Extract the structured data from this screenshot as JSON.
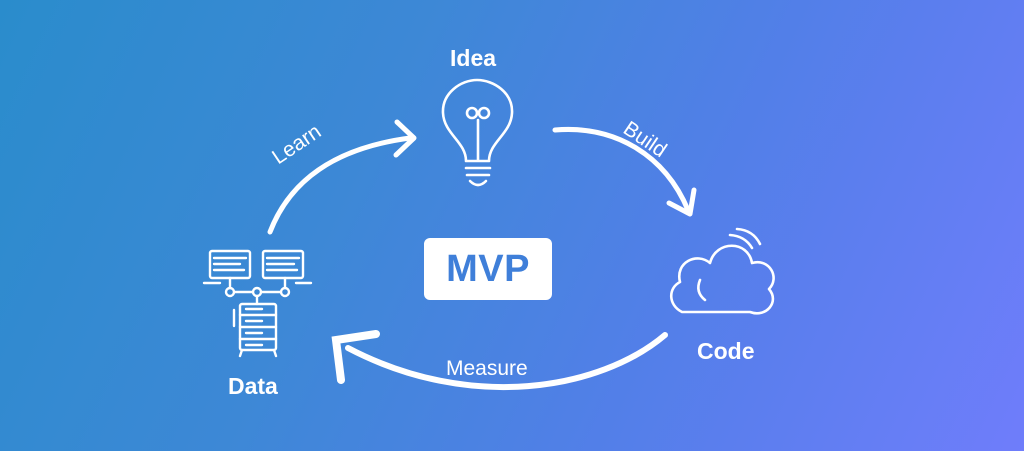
{
  "diagram": {
    "center": "MVP",
    "nodes": [
      {
        "id": "idea",
        "label": "Idea",
        "icon": "lightbulb-icon"
      },
      {
        "id": "code",
        "label": "Code",
        "icon": "cloud-icon"
      },
      {
        "id": "data",
        "label": "Data",
        "icon": "network-servers-icon"
      }
    ],
    "edges": [
      {
        "from": "idea",
        "to": "code",
        "label": "Build"
      },
      {
        "from": "code",
        "to": "data",
        "label": "Measure"
      },
      {
        "from": "data",
        "to": "idea",
        "label": "Learn"
      }
    ],
    "colors": {
      "background_start": "#2a8ccc",
      "background_end": "#6f7dfb",
      "foreground": "#ffffff",
      "center_text": "#3f7fd9"
    }
  }
}
